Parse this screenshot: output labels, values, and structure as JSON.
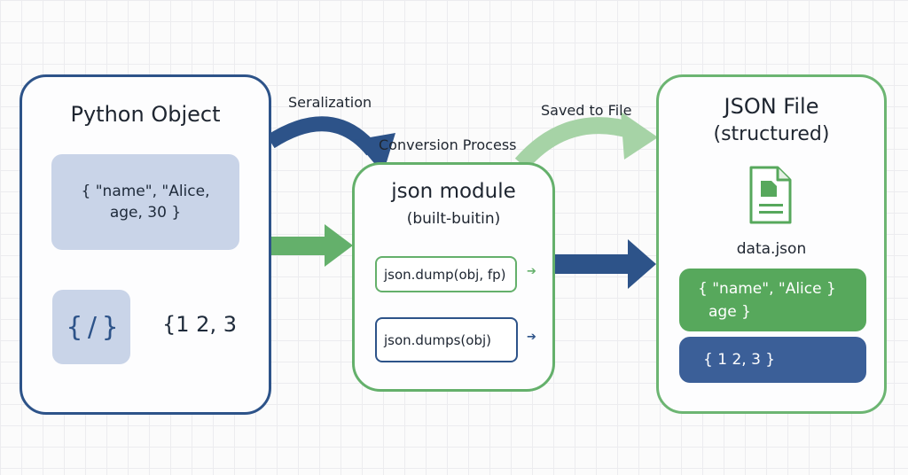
{
  "diagram": {
    "source": {
      "title": "Python Object",
      "dict_literal_line1": "{ \"name\", \"Alice,",
      "dict_literal_line2": "age, 30 }",
      "brace_symbol": "{ / }",
      "list_literal": "{1 2, 3"
    },
    "edges": {
      "serialization_label": "Seralization",
      "conversion_label": "Conversion Process",
      "saved_label": "Saved to File"
    },
    "module": {
      "title": "json module",
      "subtitle": "(built-buitin)",
      "method_dump": "json.dump(obj, fp)",
      "method_dumps": "json.dumps(obj)"
    },
    "target": {
      "title_line1": "JSON File",
      "title_line2": "(structured)",
      "file_icon": "document-icon",
      "filename": "data.json",
      "object_line1": "{ \"name\", \"Alice }",
      "object_line2": "age }",
      "list_literal": "{ 1 2, 3 }"
    },
    "colors": {
      "navy": "#2d5389",
      "green": "#64b06b",
      "light_green": "#a6d3a6",
      "card_blue": "#c9d4e8",
      "file_green": "#57a85c",
      "file_blue": "#3b5f98"
    }
  }
}
